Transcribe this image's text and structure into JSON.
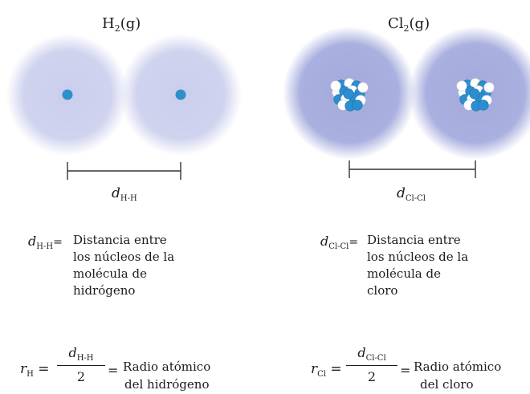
{
  "h2": {
    "title_main": "H",
    "title_sub": "2",
    "title_tail": "(g)",
    "distance_symbol": "d",
    "distance_sub": "H-H",
    "definition_symbol": "d",
    "definition_sub": "H-H",
    "definition_eq": "=",
    "definition_lines": [
      "Distancia entre",
      "los núcleos de la",
      "molécula de",
      "hidrógeno"
    ],
    "radius_symbol": "r",
    "radius_sub": "H",
    "radius_eq": "=",
    "fraction_num_symbol": "d",
    "fraction_num_sub": "H-H",
    "fraction_den": "2",
    "radius_eq2": "=",
    "radius_lines": [
      "Radio atómico",
      "del hidrógeno"
    ]
  },
  "cl2": {
    "title_main": "Cl",
    "title_sub": "2",
    "title_tail": "(g)",
    "distance_symbol": "d",
    "distance_sub": "Cl-Cl",
    "definition_symbol": "d",
    "definition_sub": "Cl-Cl",
    "definition_eq": "=",
    "definition_lines": [
      "Distancia entre",
      "los núcleos de la",
      "molécula de",
      "cloro"
    ],
    "radius_symbol": "r",
    "radius_sub": "Cl",
    "radius_eq": "=",
    "fraction_num_symbol": "d",
    "fraction_num_sub": "Cl-Cl",
    "fraction_den": "2",
    "radius_eq2": "=",
    "radius_lines": [
      "Radio atómico",
      "del cloro"
    ]
  },
  "colors": {
    "h_cloud": "#bfc3e6",
    "cl_cloud": "#a9b0de",
    "nucleus": "#2f8fc8",
    "proton": "#2a8fd0",
    "neutron": "#ffffff",
    "line": "#333333"
  }
}
